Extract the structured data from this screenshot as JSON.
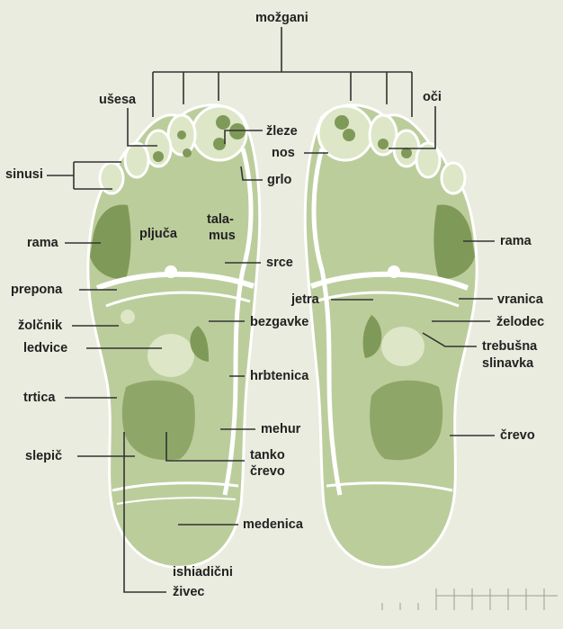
{
  "colors": {
    "background": "#e9ecde",
    "foot_base": "#bccd9c",
    "foot_dark": "#7f9a58",
    "foot_light": "#dde6c6",
    "outline": "#ffffff",
    "leader": "#333333"
  },
  "labels": {
    "brain": "možgani",
    "ears": "ušesa",
    "eyes": "oči",
    "glands": "žleze",
    "nose": "nos",
    "sinuses": "sinusi",
    "throat": "grlo",
    "thalamus_1": "tala-",
    "thalamus_2": "mus",
    "lungs": "pljuča",
    "shoulder_left": "rama",
    "shoulder_right": "rama",
    "heart": "srce",
    "groin": "prepona",
    "liver": "jetra",
    "spleen": "vranica",
    "gallbladder": "žolčnik",
    "lymph": "bezgavke",
    "stomach": "želodec",
    "kidneys": "ledvice",
    "pancreas_1": "trebušna",
    "pancreas_2": "slinavka",
    "spine": "hrbtenica",
    "coccyx": "trtica",
    "intestine": "črevo",
    "bladder": "mehur",
    "appendix": "slepič",
    "small_int_1": "tanko",
    "small_int_2": "črevo",
    "pelvis": "medenica",
    "sciatic_1": "ishiadični",
    "sciatic_2": "živec"
  }
}
